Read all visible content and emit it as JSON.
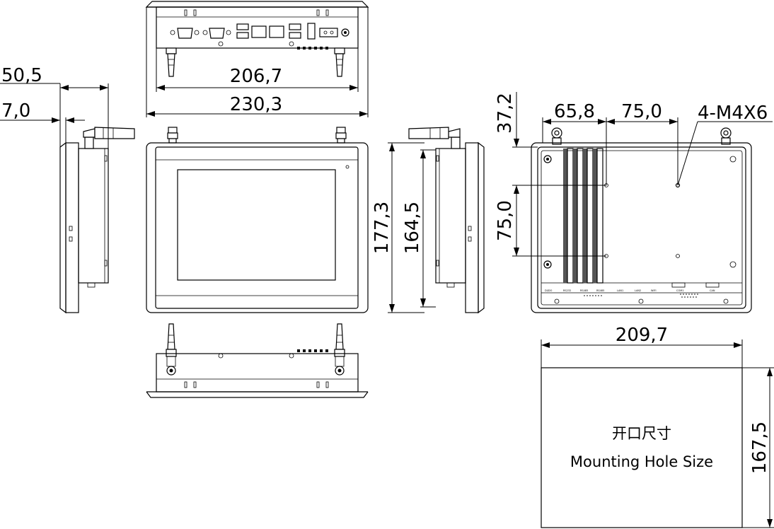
{
  "dimensions": {
    "depth_total": "50,5",
    "depth_small": "7,0",
    "top_inner_width": "206,7",
    "overall_width": "230,3",
    "overall_height": "177,3",
    "inner_height": "164,5",
    "hole_offset_x": "65,8",
    "hole_spacing_x": "75,0",
    "hole_offset_y": "37,2",
    "hole_spacing_y": "75,0",
    "screw_spec": "4-M4X6",
    "cutout_width": "209,7",
    "cutout_height": "167,5"
  },
  "cutout": {
    "title_cn": "开口尺寸",
    "title_en": "Mounting Hole Size"
  },
  "rear_port_labels": [
    "DI/DO",
    "RS232",
    "RS485",
    "RS485",
    "LAN1",
    "LAN2",
    "WIFI",
    "COM1",
    "CAN"
  ]
}
